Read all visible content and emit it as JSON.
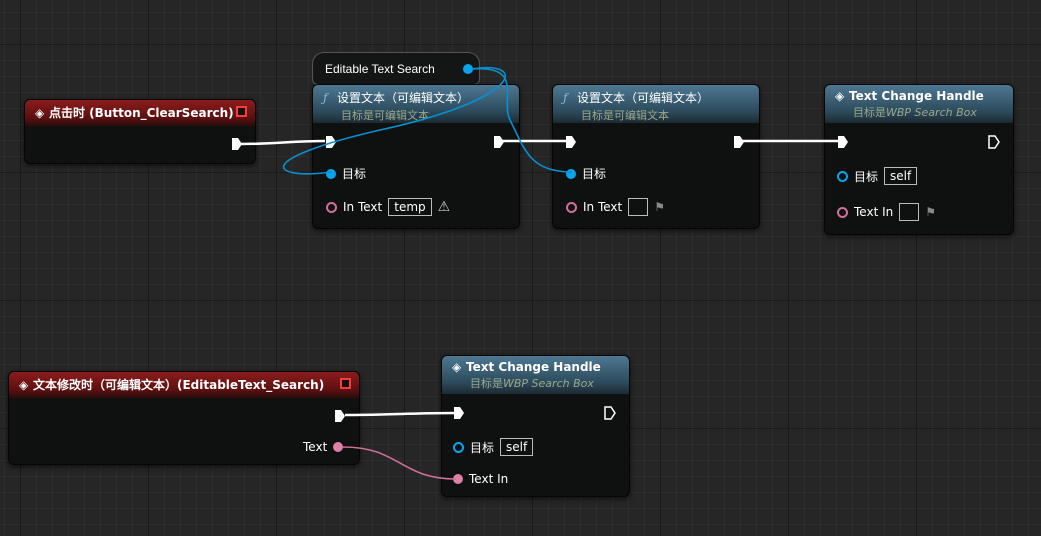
{
  "colors": {
    "exec": "#ffffff",
    "object": "#0aa4ee",
    "text": "#e07fa8",
    "event_header": "#8c1c1c",
    "function_header": "#4d7892"
  },
  "nodes": {
    "event_clear": {
      "title": "点击时 (Button_ClearSearch)",
      "icon": "event-diamond-icon"
    },
    "getter": {
      "label": "Editable Text Search"
    },
    "set_text_1": {
      "title": "设置文本（可编辑文本）",
      "subtitle": "目标是可编辑文本",
      "target_label": "目标",
      "in_text_label": "In Text",
      "in_text_value": "temp",
      "warning_icon": "warning-icon"
    },
    "set_text_2": {
      "title": "设置文本（可编辑文本）",
      "subtitle": "目标是可编辑文本",
      "target_label": "目标",
      "in_text_label": "In Text",
      "in_text_value": ""
    },
    "tch_1": {
      "title": "Text Change Handle",
      "subtitle_prefix": "目标是",
      "subtitle_class": "WBP Search Box",
      "target_label": "目标",
      "target_value": "self",
      "text_in_label": "Text In",
      "text_in_value": ""
    },
    "event_changed": {
      "title": "文本修改时（可编辑文本）(EditableText_Search)",
      "text_pin_label": "Text"
    },
    "tch_2": {
      "title": "Text Change Handle",
      "subtitle_prefix": "目标是",
      "subtitle_class": "WBP Search Box",
      "target_label": "目标",
      "target_value": "self",
      "text_in_label": "Text In"
    }
  }
}
